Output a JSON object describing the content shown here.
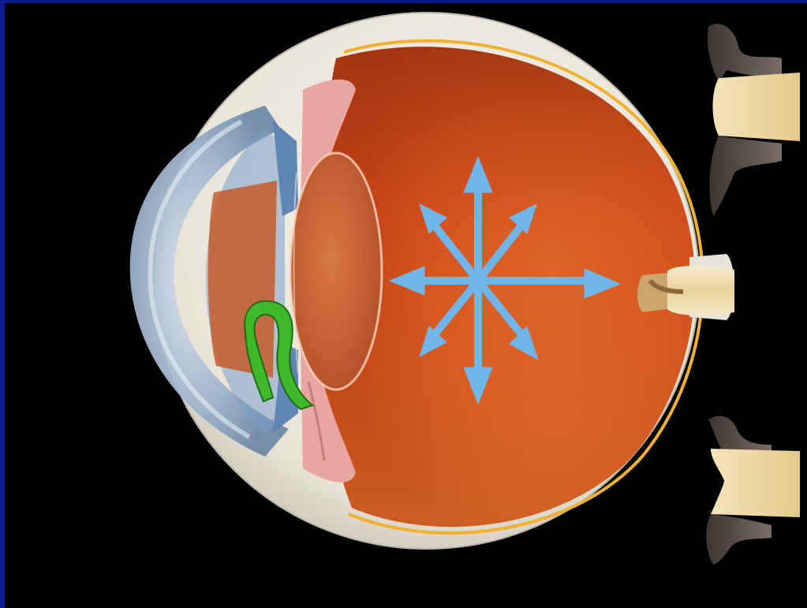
{
  "slide": {
    "border_color": "#0a1a8a",
    "background_color": "#000000"
  },
  "illustration": {
    "subject": "eye-cross-section",
    "parts": [
      "cornea",
      "iris",
      "lens",
      "ciliary-body",
      "vitreous-chamber",
      "optic-nerve",
      "sclera",
      "retina"
    ],
    "highlight_color": "#3fb82a",
    "arrow_color": "#6fb5ea",
    "arrow_count": 8
  },
  "insets": [
    {
      "name": "optic-cup-normal"
    },
    {
      "name": "optic-cup-cupped"
    }
  ]
}
